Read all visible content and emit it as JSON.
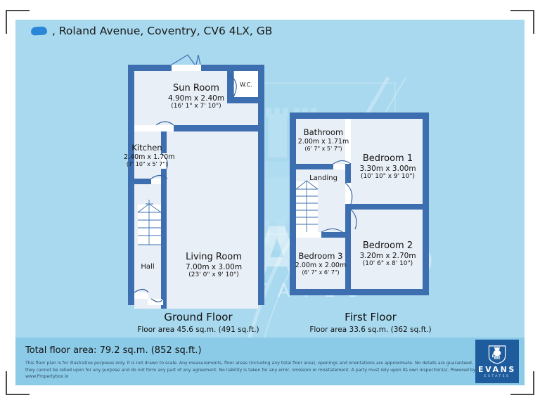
{
  "header": {
    "address": ", Roland Avenue, Coventry, CV6 4LX, GB",
    "redacted_number_icon": "redacted-house-number"
  },
  "ground_floor": {
    "caption": "Ground Floor",
    "area": "Floor area 45.6 sq.m. (491 sq.ft.)",
    "rooms": [
      {
        "name": "Sun Room",
        "metric": "4.90m x 2.40m",
        "imperial": "(16' 1\" x 7' 10\")"
      },
      {
        "name": "W.C.",
        "metric": "",
        "imperial": ""
      },
      {
        "name": "Kitchen",
        "metric": "2.40m x 1.70m",
        "imperial": "(7' 10\" x 5' 7\")"
      },
      {
        "name": "Living Room",
        "metric": "7.00m x 3.00m",
        "imperial": "(23' 0\" x 9' 10\")"
      },
      {
        "name": "Hall",
        "metric": "",
        "imperial": ""
      }
    ]
  },
  "first_floor": {
    "caption": "First Floor",
    "area": "Floor area 33.6 sq.m. (362 sq.ft.)",
    "rooms": [
      {
        "name": "Bathroom",
        "metric": "2.00m x 1.71m",
        "imperial": "(6' 7\" x 5' 7\")"
      },
      {
        "name": "Landing",
        "metric": "",
        "imperial": ""
      },
      {
        "name": "Bedroom 1",
        "metric": "3.30m x 3.00m",
        "imperial": "(10' 10\" x 9' 10\")"
      },
      {
        "name": "Bedroom 2",
        "metric": "3.20m x 2.70m",
        "imperial": "(10' 6\" x 8' 10\")"
      },
      {
        "name": "Bedroom 3",
        "metric": "2.00m x 2.00m",
        "imperial": "(6' 7\" x 6' 7\")"
      }
    ]
  },
  "footer": {
    "total_area": "Total floor area: 79.2 sq.m. (852 sq.ft.)",
    "disclaimer": "This floor plan is for illustrative purposes only. It is not drawn to scale. Any measurements, floor areas (including any total floor area), openings and orientations are approximate. No details are guaranteed, they cannot be relied upon for any purpose and do not form any part of any agreement. No liability is taken for any error, omission or misstatement. A party must rely upon its own inspection(s). Powered by www.Propertybox.io"
  },
  "logo": {
    "name": "EVANS",
    "subtitle": "ESTATES",
    "crest_icon": "elephant-castle-crest"
  },
  "watermark": {
    "name": "EVANS",
    "subtitle": "ESTATES"
  },
  "colors": {
    "panel_light": "#a9d9ef",
    "panel_mid": "#8ccbe8",
    "wall": "#3d6fb0",
    "room_fill": "#e9eff6",
    "brand": "#1f5c9e"
  }
}
